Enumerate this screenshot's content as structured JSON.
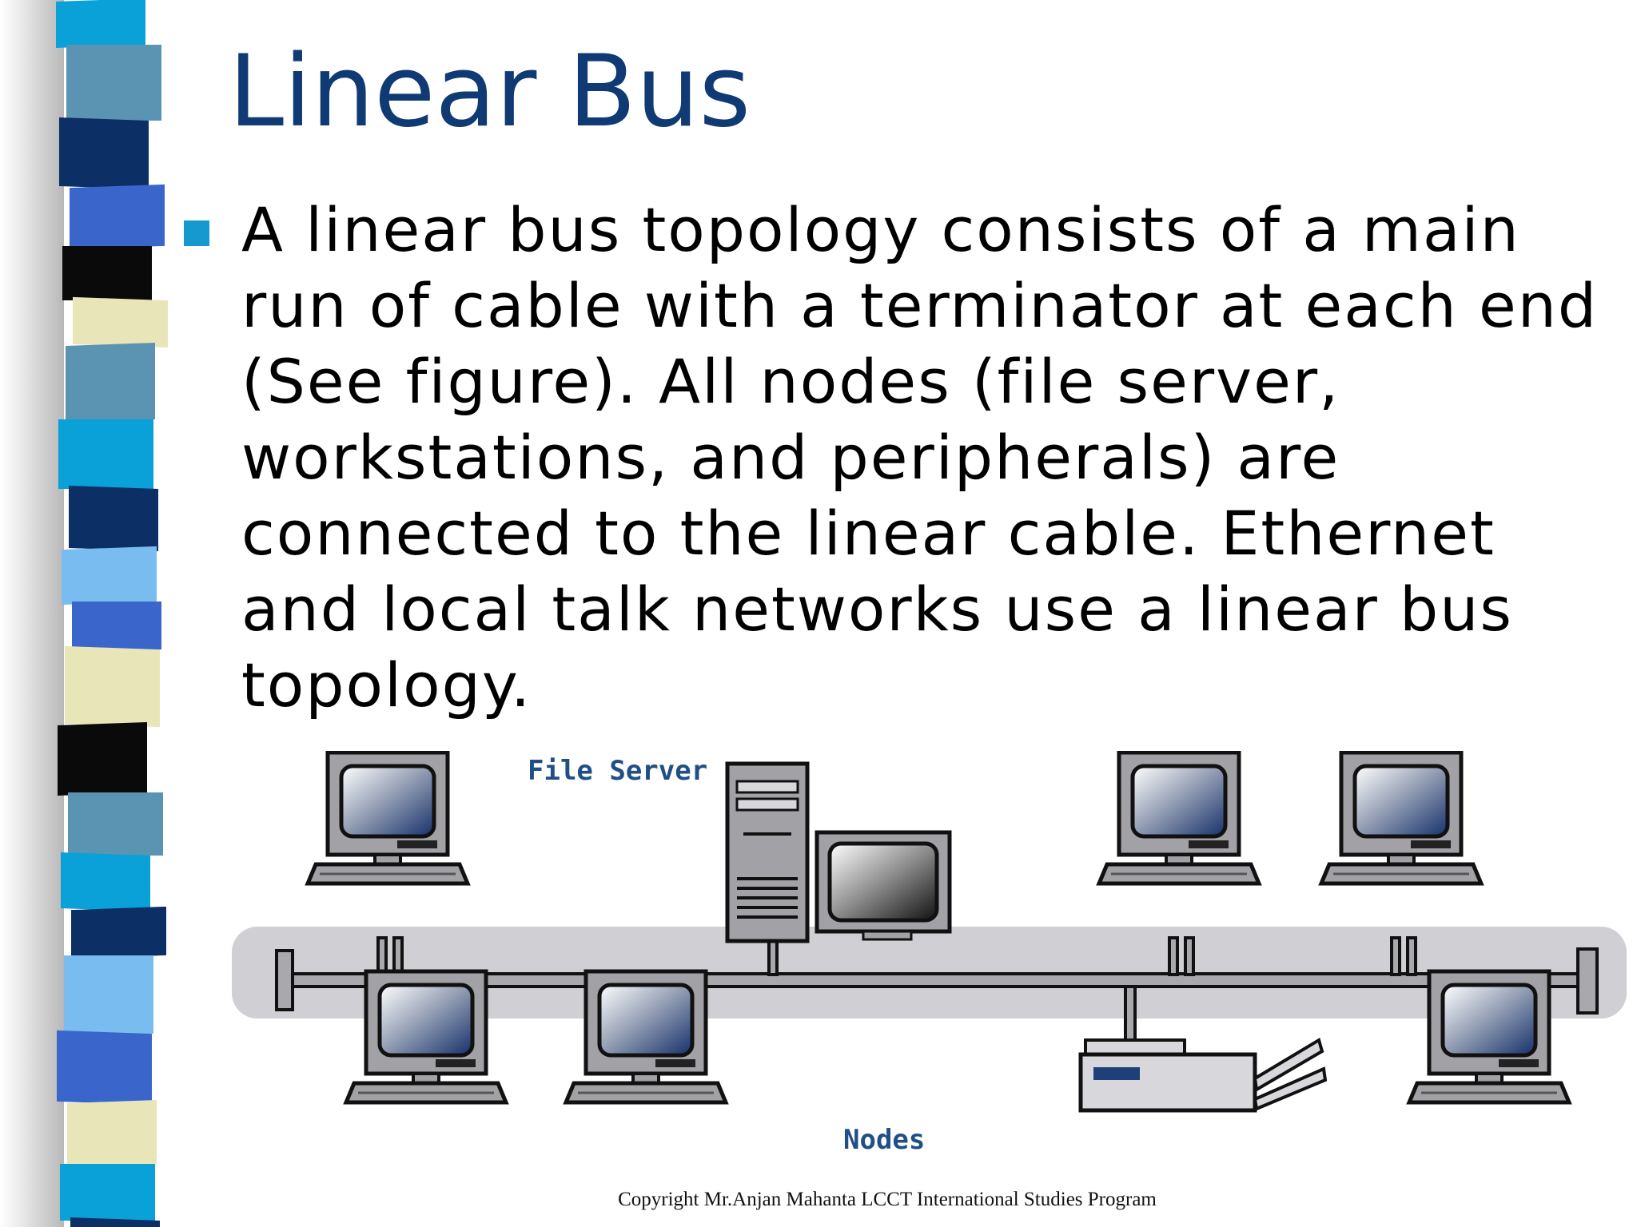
{
  "slide": {
    "title": "Linear Bus",
    "bullet_text": "A linear bus topology consists of a main run of cable with a terminator at each end (See figure). All nodes (file server, workstations, and peripherals) are connected to the linear cable. Ethernet and local talk networks use a linear bus topology.",
    "copyright": "Copyright Mr.Anjan Mahanta LCCT International Studies Program"
  },
  "figure": {
    "file_server_label": "File Server",
    "nodes_label": "Nodes"
  },
  "colors": {
    "title": "#0f3a74",
    "bullet": "#159ad0",
    "bus_band": "#cfcfd4",
    "cable": "#a9a9ad",
    "label": "#1f4f86"
  },
  "icons": [
    "computer-icon",
    "file-server-tower-icon",
    "printer-icon",
    "terminator-icon"
  ]
}
